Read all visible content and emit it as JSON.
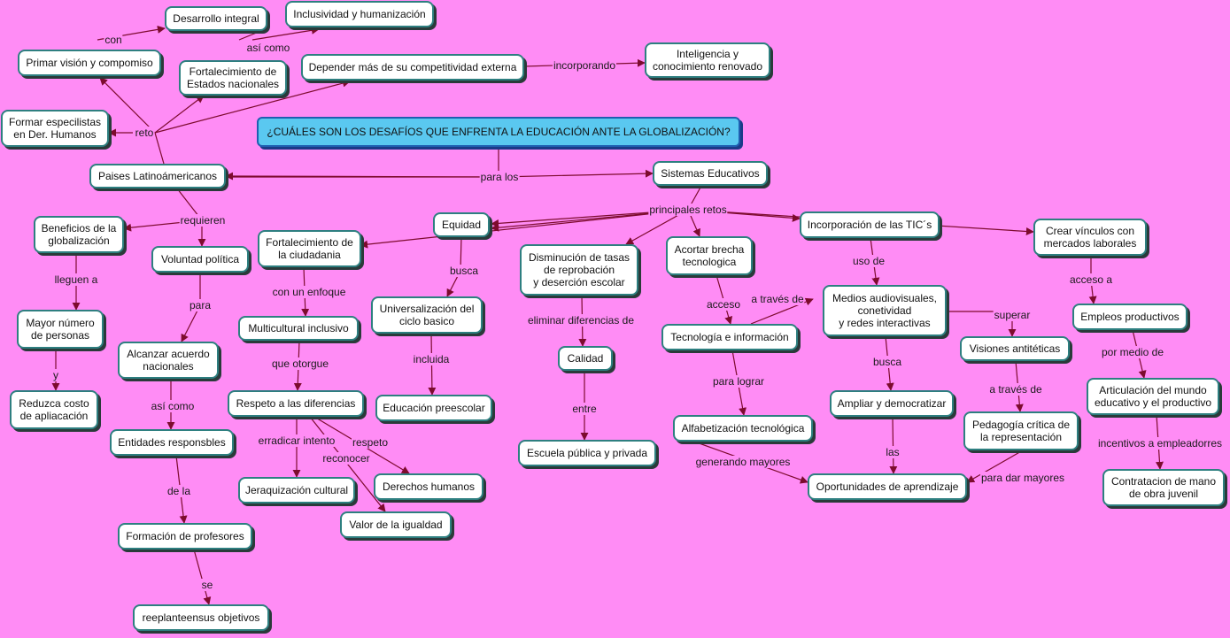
{
  "colors": {
    "background": "#ff8cf5",
    "edge": "#7d0b2e",
    "node_fill": "#ffffff",
    "node_border": "#2e7f80",
    "root_fill": "#5ac8f0"
  },
  "nodes": {
    "root": "¿CUÁLES SON LOS DESAFÍOS QUE ENFRENTA LA EDUCACIÓN ANTE LA GLOBALIZACIÓN?",
    "paises": "Paises Latinoámericanos",
    "sistemas": "Sistemas Educativos",
    "desarrollo": "Desarrollo integral",
    "inclusividad": "Inclusividad y humanización",
    "primar": "Primar visión y compomiso",
    "fortalecimiento_estados": "Fortalecimiento de\nEstados nacionales",
    "depender": "Depender más de su competitividad externa",
    "inteligencia": "Inteligencia y\nconocimiento renovado",
    "formar": "Formar especilistas\nen Der. Humanos",
    "beneficios": "Beneficios de la\nglobalización",
    "voluntad": "Voluntad política",
    "mayor_numero": "Mayor número\nde personas",
    "reduzca": "Reduzca costo\nde apliacación",
    "alcanzar": "Alcanzar acuerdo\nnacionales",
    "entidades": "Entidades responsbles",
    "formacion": "Formación de profesores",
    "replanteen": "reeplanteensus  objetivos",
    "fortalecimiento_ciudadania": "Fortalecimiento de\nla ciudadania",
    "multicultural": "Multicultural inclusivo",
    "respeto_diferencias": "Respeto a las diferencias",
    "jerarquizacion": "Jeraquización cultural",
    "derechos": "Derechos humanos",
    "valor_igualdad": "Valor de la igualdad",
    "equidad": "Equidad",
    "universalizacion": "Universalización del\nciclo basico",
    "educacion_preescolar": "Educación preescolar",
    "disminucion": "Disminución de tasas\nde reprobación\ny deserción escolar",
    "calidad": "Calidad",
    "escuela": "Escuela pública y privada",
    "acortar": "Acortar brecha\ntecnologica",
    "tecnologia": "Tecnología e información",
    "alfabetizacion": "Alfabetización tecnológica",
    "incorporacion": "Incorporación de las TIC´s",
    "medios": "Medios audiovisuales,\nconetividad\ny redes interactivas",
    "ampliar": "Ampliar y democratizar",
    "oportunidades": "Oportunidades de aprendizaje",
    "visiones": "Visiones antitéticas",
    "pedagogia": "Pedagogía crítica de\nla representación",
    "crear": "Crear vínculos con\nmercados laborales",
    "empleos": "Empleos productivos",
    "articulacion": "Articulación  del mundo\neducativo y el productivo",
    "contratacion": "Contratacion de mano\nde obra juvenil"
  },
  "labels": {
    "con": "con",
    "asi_como_1": "así como",
    "incorporando": "incorporando",
    "reto": "reto",
    "para_los": "para los",
    "requieren": "requieren",
    "lleguen_a": "lleguen a",
    "y": "y",
    "para": "para",
    "asi_como_2": "así como",
    "de_la": "de la",
    "se": "se",
    "con_un_enfoque": "con un enfoque",
    "que_otorgue": "que otorgue",
    "erradicar_intento": "erradicar intento",
    "respeto": "respeto",
    "reconocer": "reconocer",
    "principales_retos": "principales retos",
    "busca_1": "busca",
    "incluida": "incluida",
    "eliminar": "eliminar diferencias de",
    "entre": "entre",
    "acceso_1": "acceso",
    "a_traves_de_1": "a través de",
    "para_lograr": "para lograr",
    "generando": "generando mayores",
    "uso_de": "uso de",
    "busca_2": "busca",
    "las": "las",
    "superar": "superar",
    "a_traves_de_2": "a través de",
    "para_dar": "para dar mayores",
    "acceso_2": "acceso a",
    "por_medio_de": "por medio de",
    "incentivos": "incentivos a empleadorres"
  }
}
